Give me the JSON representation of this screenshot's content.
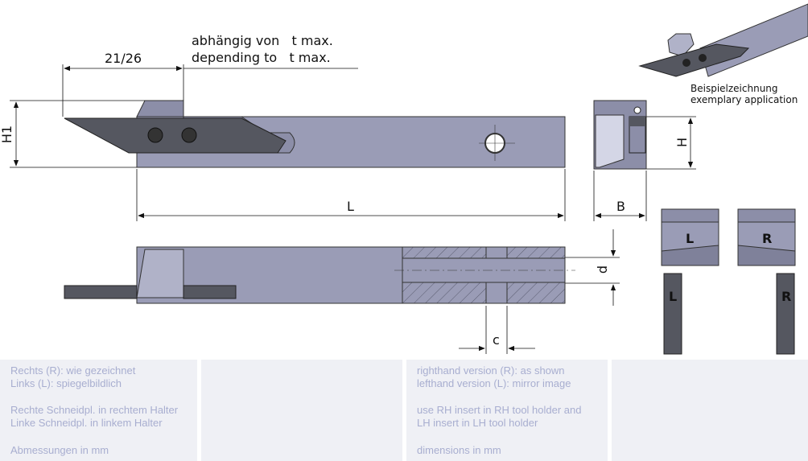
{
  "header_note": {
    "line1": "abhängig von   t max.",
    "line2": "depending to   t max."
  },
  "dimensions": {
    "width_21_26": "21/26",
    "H1": "H1",
    "L": "L",
    "B": "B",
    "H": "H",
    "d": "d",
    "c": "c"
  },
  "example": {
    "line1": "Beispielzeichnung",
    "line2": "exemplary application"
  },
  "variants": {
    "left_label": "L",
    "right_label": "R",
    "left_insert": "L",
    "right_insert": "R"
  },
  "notes_de": {
    "line1": "Rechts (R): wie gezeichnet",
    "line2": "Links (L): spiegelbildlich",
    "line3": "Rechte Schneidpl. in rechtem Halter",
    "line4": "Linke Schneidpl. in linkem Halter",
    "line5": "Abmessungen in mm"
  },
  "notes_en": {
    "line1": "righthand version (R): as shown",
    "line2": "lefthand version (L): mirror image",
    "line3": "use RH insert in RH tool holder and",
    "line4": "LH insert in LH tool holder",
    "line5": "dimensions in mm"
  },
  "colors": {
    "body": "#9a9cb6",
    "dark": "#555760",
    "panel": "#eff0f5",
    "panel_text": "#a8aed0"
  }
}
